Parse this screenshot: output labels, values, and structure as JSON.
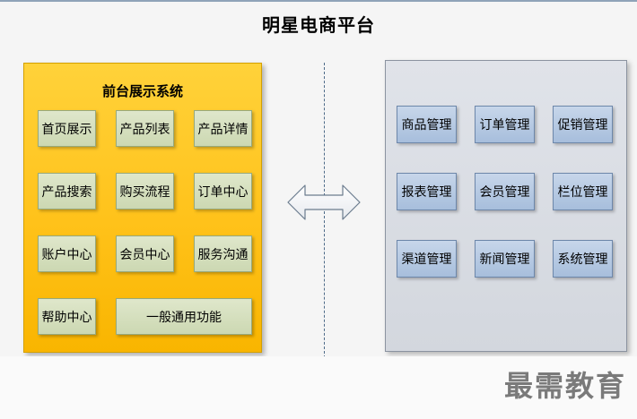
{
  "title": "明星电商平台",
  "front_system": {
    "title": "前台展示系统",
    "modules": [
      {
        "label": "首页展示"
      },
      {
        "label": "产品列表"
      },
      {
        "label": "产品详情"
      },
      {
        "label": "产品搜索"
      },
      {
        "label": "购买流程"
      },
      {
        "label": "订单中心"
      },
      {
        "label": "账户中心"
      },
      {
        "label": "会员中心"
      },
      {
        "label": "服务沟通"
      },
      {
        "label": "帮助中心"
      },
      {
        "label": "一般通用功能",
        "span": 2
      }
    ]
  },
  "back_system": {
    "modules": [
      {
        "label": "商品管理"
      },
      {
        "label": "订单管理"
      },
      {
        "label": "促销管理"
      },
      {
        "label": "报表管理"
      },
      {
        "label": "会员管理"
      },
      {
        "label": "栏位管理"
      },
      {
        "label": "渠道管理"
      },
      {
        "label": "新闻管理"
      },
      {
        "label": "系统管理"
      }
    ]
  },
  "watermark": "最需教育",
  "colors": {
    "front_panel": "#ffc21a",
    "front_module": "#d6e0c0",
    "back_panel": "#d9dde3",
    "back_module": "#b8cae3",
    "divider": "#4d6a88",
    "watermark": "#7a7a7a"
  },
  "icons": {
    "connector": "double-headed-arrow-icon"
  }
}
